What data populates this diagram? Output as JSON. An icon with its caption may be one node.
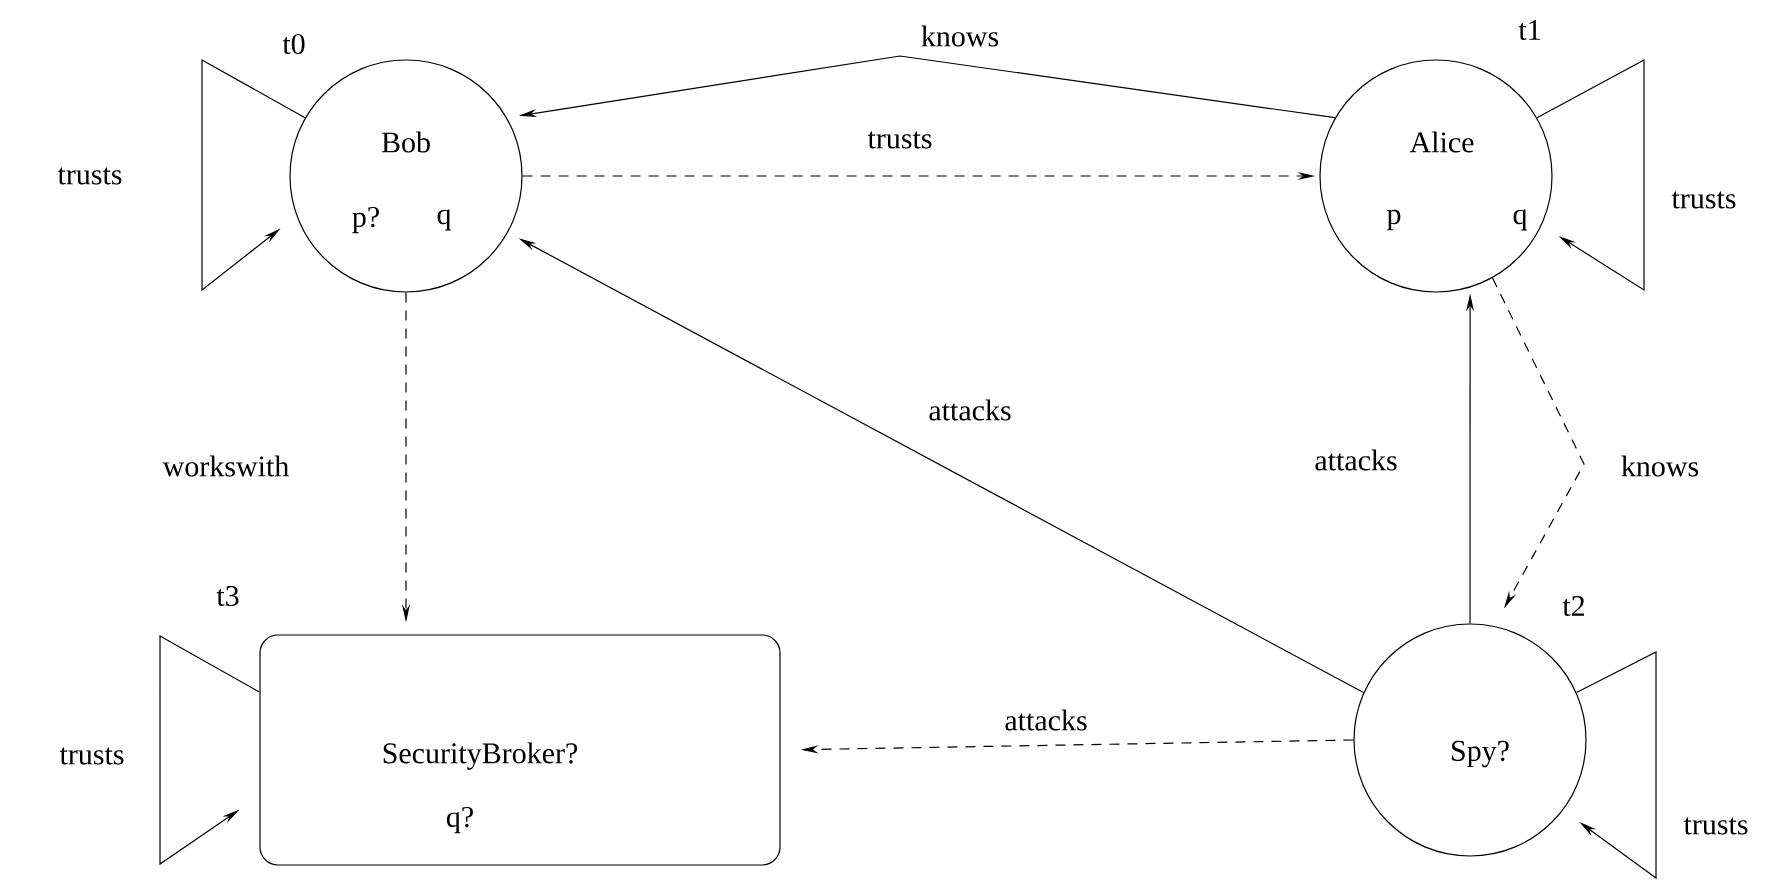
{
  "diagram": {
    "nodes": [
      {
        "text": [
          "Bob",
          "p?",
          "q"
        ],
        "beside": [
          "t0"
        ]
      },
      {
        "text": [
          "Alice",
          "p",
          "q"
        ],
        "beside": [
          "t1"
        ]
      },
      {
        "text": [
          "Spy?"
        ],
        "beside": [
          "t2"
        ]
      },
      {
        "text": [
          "SecurityBroker?",
          "q?"
        ],
        "beside": [
          "t3"
        ]
      }
    ],
    "edges": [
      {
        "from": 1,
        "to": 0,
        "arrow": "to",
        "label": "knows"
      },
      {
        "from": 0,
        "to": 1,
        "arrow": "to",
        "label": "trusts",
        "style": "dashed"
      },
      {
        "from": 2,
        "to": 0,
        "arrow": "to",
        "label": "attacks"
      },
      {
        "from": 2,
        "to": 1,
        "arrow": "to",
        "label": "attacks"
      },
      {
        "from": 1,
        "to": 2,
        "arrow": "to",
        "label": "knows",
        "style": "dashed"
      },
      {
        "from": 0,
        "to": 3,
        "arrow": "to",
        "label": "workswith",
        "style": "dashed"
      },
      {
        "from": 2,
        "to": 3,
        "arrow": "to",
        "label": "attacks",
        "style": "dashed"
      },
      {
        "from": 0,
        "to": 0,
        "arrow": "to",
        "label": "trusts"
      },
      {
        "from": 1,
        "to": 1,
        "arrow": "to",
        "label": "trusts"
      },
      {
        "from": 2,
        "to": 2,
        "arrow": "to",
        "label": "trusts"
      },
      {
        "from": 3,
        "to": 3,
        "arrow": "to",
        "label": "trusts"
      }
    ]
  }
}
